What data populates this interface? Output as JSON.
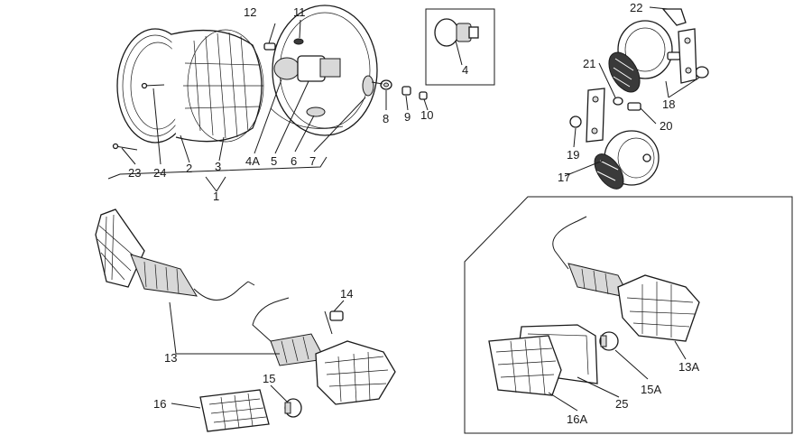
{
  "callouts": {
    "c1": "1",
    "c2": "2",
    "c3": "3",
    "c4": "4",
    "c4a": "4A",
    "c5": "5",
    "c6": "6",
    "c7": "7",
    "c8": "8",
    "c9": "9",
    "c10": "10",
    "c11": "11",
    "c12": "12",
    "c13": "13",
    "c13a": "13A",
    "c14": "14",
    "c15": "15",
    "c15a": "15A",
    "c16": "16",
    "c16a": "16A",
    "c17": "17",
    "c18": "18",
    "c19": "19",
    "c20": "20",
    "c21": "21",
    "c22": "22",
    "c23": "23",
    "c24": "24",
    "c25": "25"
  },
  "colors": {
    "ink": "#1a1a1a",
    "paper": "#ffffff",
    "shade": "#d8d8d8"
  }
}
